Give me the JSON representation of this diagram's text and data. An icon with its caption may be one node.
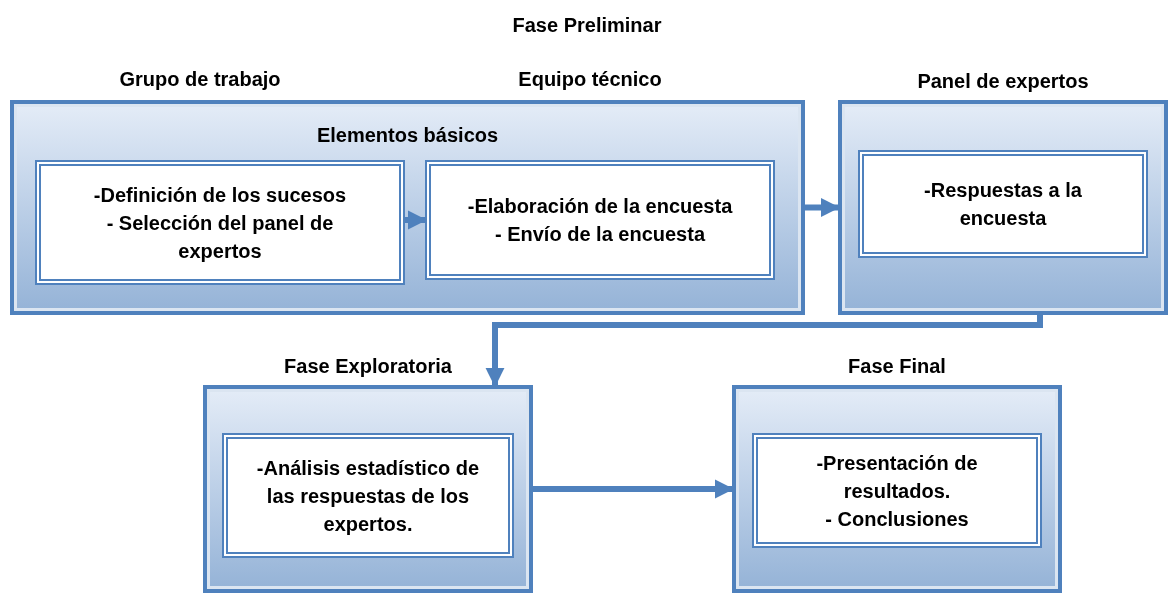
{
  "diagram": {
    "title": "Fase Preliminar",
    "nodes": [
      {
        "text": [
          "Elementos básicos"
        ]
      },
      {
        "text": [
          "-Definición de los sucesos",
          "- Selección del panel de expertos"
        ],
        "in": 0
      },
      {
        "text": [
          "-Elaboración de la encuesta",
          "- Envío de la encuesta"
        ],
        "in": 0
      },
      {
        "text": [
          "Panel de expertos"
        ]
      },
      {
        "text": [
          "-Respuestas a la encuesta"
        ],
        "in": 3
      },
      {
        "text": [
          "Fase Exploratoria"
        ]
      },
      {
        "text": [
          "-Análisis estadístico de las respuestas de los expertos."
        ],
        "in": 5
      },
      {
        "text": [
          "Fase Final"
        ]
      },
      {
        "text": [
          "-Presentación de resultados.",
          "- Conclusiones"
        ],
        "in": 7
      }
    ],
    "edges": [
      {
        "from": 1,
        "to": 2,
        "arrow": "to"
      },
      {
        "from": 0,
        "to": 3,
        "arrow": "to"
      },
      {
        "from": 3,
        "to": 5,
        "arrow": "to"
      },
      {
        "from": 5,
        "to": 7,
        "arrow": "to"
      }
    ],
    "labels": [
      "Grupo de trabajo",
      "Equipo técnico"
    ]
  }
}
